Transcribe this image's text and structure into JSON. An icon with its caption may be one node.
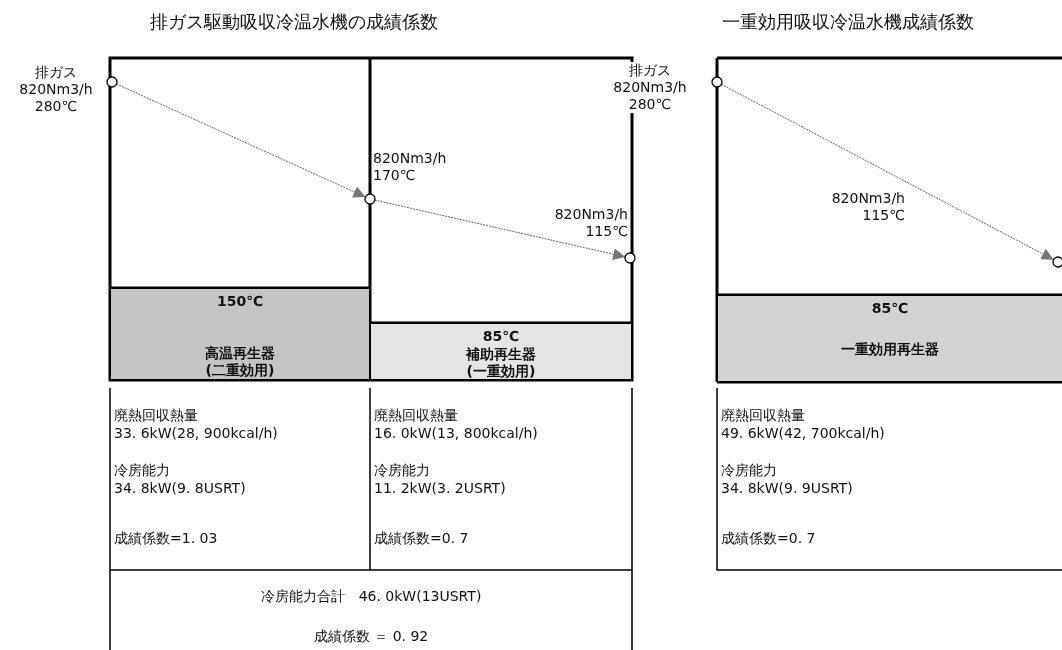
{
  "diagram": {
    "nodes": [
      {
        "text": [
          "150℃",
          "高温再生器 (二重効用)"
        ]
      },
      {
        "text": [
          "85℃",
          "補助再生器 (一重効用)"
        ]
      },
      {
        "text": [
          "85℃",
          "一重効用再生器"
        ]
      },
      {
        "text": [],
        "shape": "circle",
        "beside": [
          "排ガス 820Nm3/h 280℃"
        ]
      },
      {
        "text": [],
        "shape": "circle",
        "beside": [
          "820Nm3/h 170℃"
        ]
      },
      {
        "text": [],
        "shape": "circle",
        "beside": [
          "820Nm3/h 115℃"
        ]
      },
      {
        "text": [],
        "shape": "circle",
        "beside": [
          "排ガス 820Nm3/h 280℃"
        ]
      },
      {
        "text": [],
        "shape": "circle"
      },
      {
        "text": [
          "廃熱回収熱量",
          "33. 6kW(28, 900kcal/h)",
          "冷房能力",
          "34. 8kW(9. 8USRT)",
          "成績係数=1. 03"
        ]
      },
      {
        "text": [
          "廃熱回収熱量",
          "16. 0kW(13, 800kcal/h)",
          "冷房能力",
          "11. 2kW(3. 2USRT)",
          "成績係数=0. 7"
        ]
      },
      {
        "text": [
          "冷房能力合計　46. 0kW(13USRT)",
          "成績係数 ＝ 0. 92"
        ]
      },
      {
        "text": [
          "廃熱回収熱量",
          "49. 6kW(42, 700kcal/h)",
          "冷房能力",
          "34. 8kW(9. 9USRT)",
          "成績係数=0. 7"
        ]
      }
    ],
    "edges": [
      {
        "from": 3,
        "to": 4,
        "arrow": "to",
        "style": "dashed"
      },
      {
        "from": 4,
        "to": 5,
        "arrow": "to",
        "style": "dashed"
      },
      {
        "from": 6,
        "to": 7,
        "arrow": "to",
        "style": "dashed"
      }
    ],
    "title": "排ガス駆動吸収冷温水機の成績係数",
    "labels": [
      "一重効用吸収冷温水機成績係数",
      "820Nm3/h 115℃"
    ]
  }
}
